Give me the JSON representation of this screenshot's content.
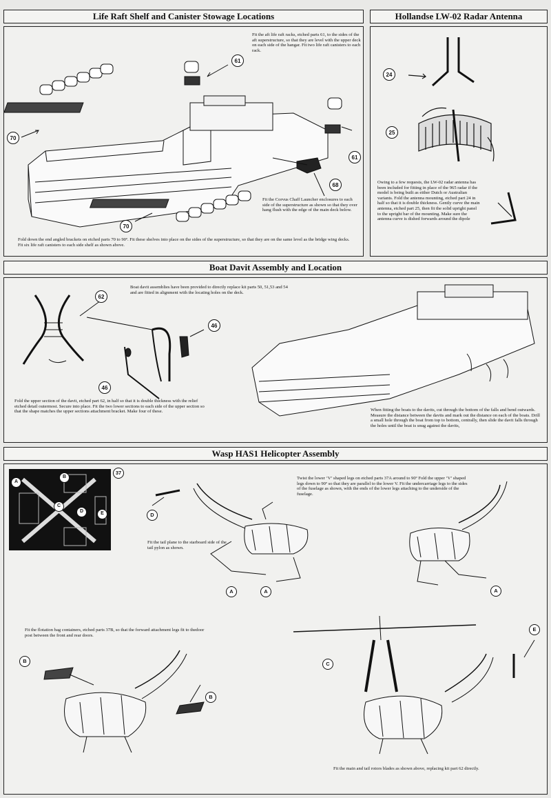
{
  "sections": {
    "liferaft": {
      "title": "Life Raft Shelf and Canister Stowage Locations",
      "text_aft": "Fit the aft life raft racks, etched parts 61, to the sides of the aft superstructure, so that they are level with the upper deck on each side of the hangar. Fit two life raft canisters to each rack.",
      "text_chaff": "Fit the Corvus Chaff Launcher enclosures to each side of the superstructure as shown so that they over hang flush with the edge of the main deck below.",
      "text_brackets": "Fold down the end angled brackets on etched parts 70 to 90º. Fit these shelves into place on the sides of the superstructure, so that they are on the same level as the bridge wing decks. Fit six life raft canisters to each side shelf as shown above.",
      "callouts": [
        "61",
        "70",
        "61",
        "68",
        "70"
      ]
    },
    "radar": {
      "title": "Hollandse LW-02 Radar Antenna",
      "text": "Owing to a few requests, the LW-02 radar antenna has been included for fitting in place of the 965 radar if the model is being built as either Dutch or Australian variants. Fold the antenna mounting, etched part 24 in half so that it is double thickness. Gently curve the main antenna, etched part 25, then fit the solid upright panel to the upright bar of the mounting. Make sure the antenna curve is dished forwards around the dipole",
      "callouts": [
        "24",
        "25"
      ]
    },
    "davit": {
      "title": "Boat Davit Assembly and Location",
      "text_intro": "Boat davit assemblies have been provided to directly replace kit parts 50, 51,53 and 54 and are fitted in alignment with the locating holes on the deck.",
      "text_fold": "Fold the upper section of the davit, etched part 62, in half so that it is double thickness with the relief etched detail outermost. Secure into place. Fit the two lower sections to each side of the upper section so that the shape matches the upper sections attachment bracket. Make four of these.",
      "text_boats": "When fitting the boats to the davits, cut through the bottom of the falls and bend outwards. Measure the distance between the davits and mark out the distance on each of the boats. Drill a small hole through the boat from top to bottom, centrally, then slide the davit falls through the holes until the boat is snug against the davits,",
      "callouts": [
        "62",
        "46",
        "46"
      ]
    },
    "wasp": {
      "title": "Wasp HAS1 Helicopter Assembly",
      "text_legs": "Twist the lower ‘V’ shaped legs on etched parts 37A around to 90º Fold the upper ‘V’ shaped legs down to 90º so that they are parallel to the lower V. Fit the undercarriage legs to the sides of the fuselage as shown, with the ends of the lower legs attaching to the underside of the fuselage.",
      "text_tail": "Fit the tail plane to the starboard side of the tail pylon as shown.",
      "text_flotation": "Fit the flotation bag containers, etched parts 37B, so that the forward attachment legs fit to thedoor post between the front and rear doors.",
      "text_rotors": "Fit the main and tail rotors blades as shown above, replacing kit part 62 directly.",
      "fret_number": "37",
      "fret_labels": [
        "A",
        "B",
        "C",
        "D",
        "E"
      ],
      "callouts": [
        "D",
        "A",
        "A",
        "A",
        "B",
        "B",
        "C",
        "E"
      ]
    }
  },
  "colors": {
    "line": "#111111",
    "paper": "#f1f1ef",
    "fret": "#111111"
  }
}
